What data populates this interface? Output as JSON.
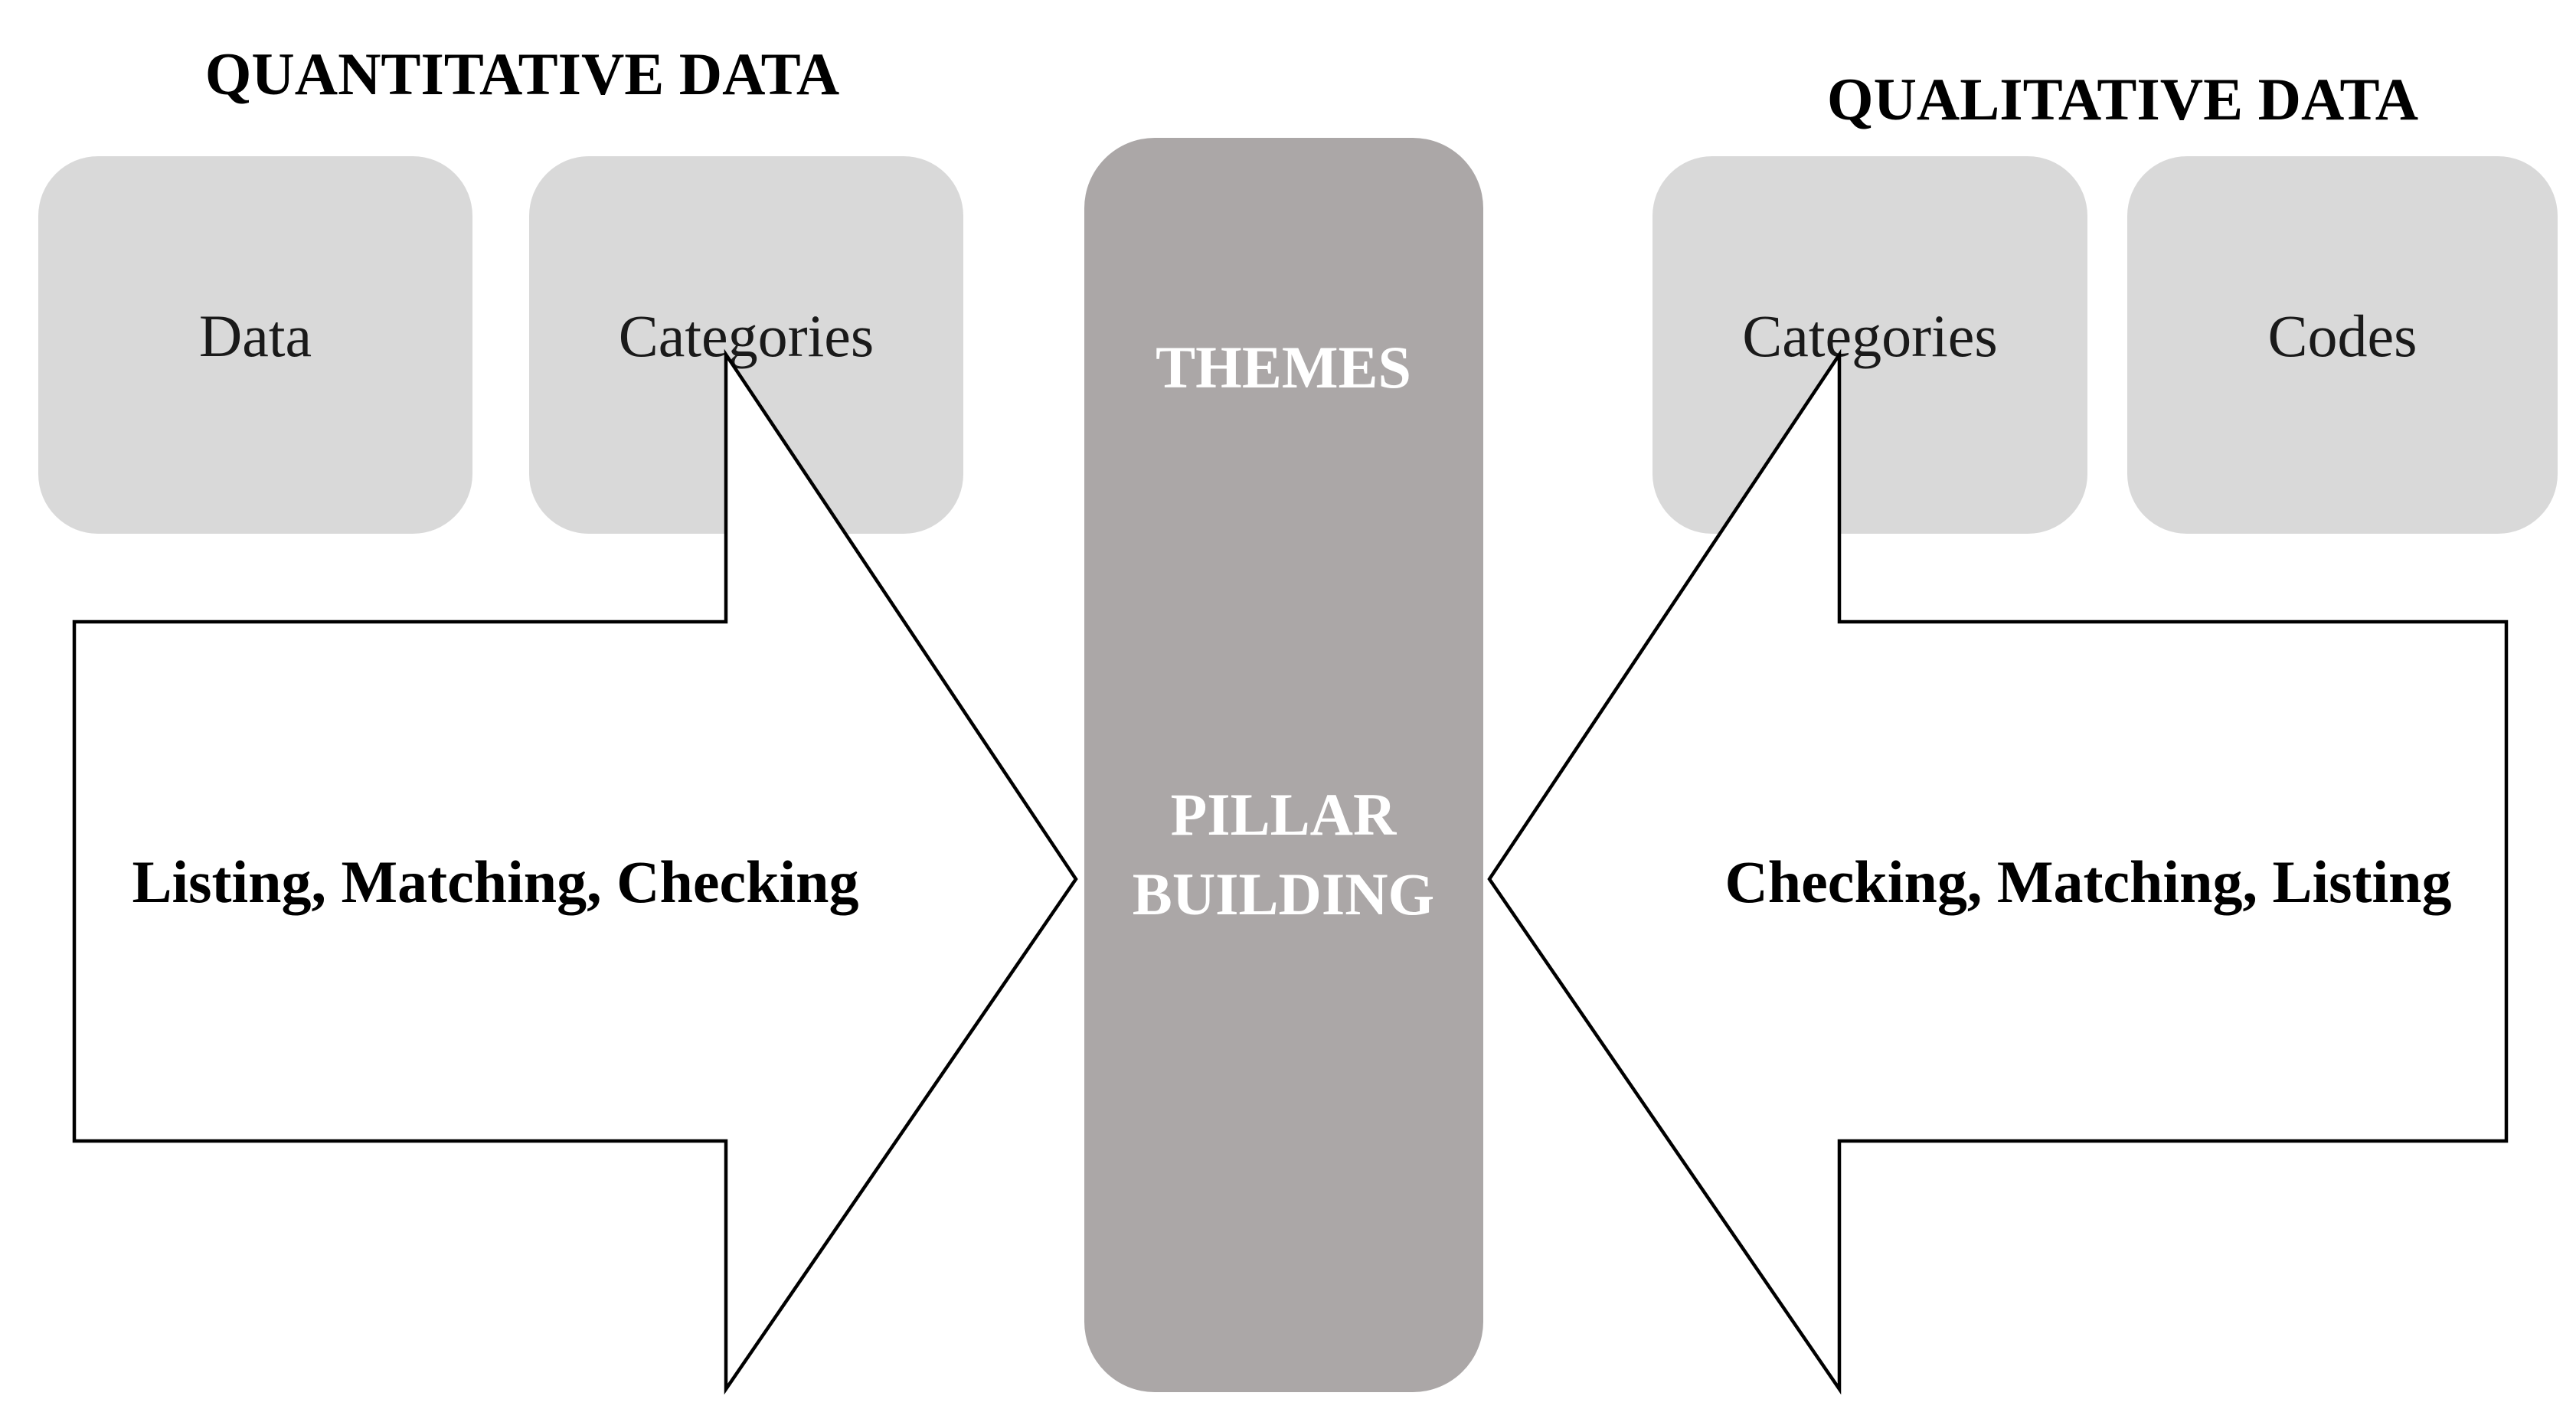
{
  "headings": {
    "quantitative": "QUANTITATIVE DATA",
    "qualitative": "QUALITATIVE DATA"
  },
  "boxes": {
    "quant_data": "Data",
    "quant_categories": "Categories",
    "qual_categories": "Categories",
    "qual_codes": "Codes"
  },
  "pillar": {
    "top_label": "THEMES",
    "center_line1": "PILLAR",
    "center_line2": "BUILDING"
  },
  "arrows": {
    "quant_label": "Listing, Matching, Checking",
    "qual_label": "Checking, Matching, Listing"
  },
  "colors": {
    "background": "#ffffff",
    "box_fill": "#d9d9d9",
    "pillar_fill": "#aba7a7",
    "arrow_fill": "#ffffff",
    "arrow_stroke": "#000000",
    "heading_text": "#000000",
    "box_text": "#1a1a1a",
    "arrow_text": "#000000",
    "pillar_text": "#ffffff"
  }
}
